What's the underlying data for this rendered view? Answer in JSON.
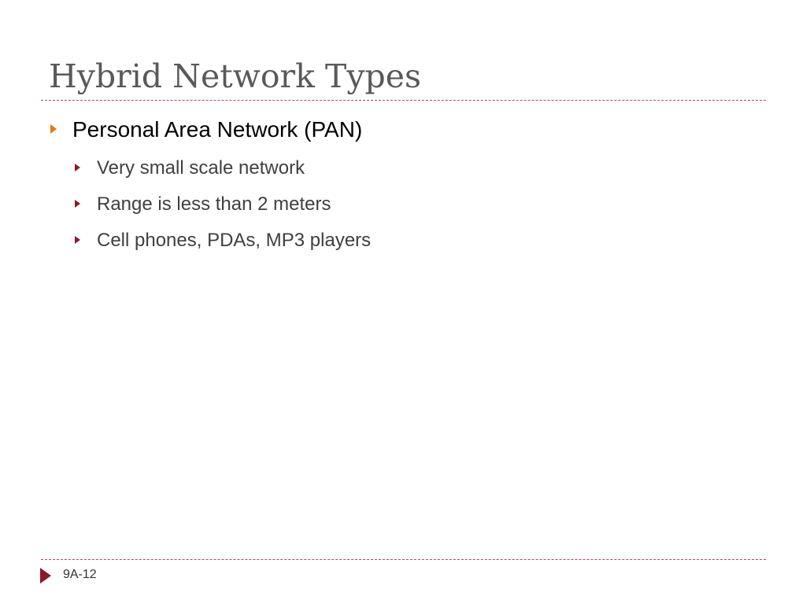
{
  "slide": {
    "title": "Hybrid Network Types",
    "bullet": {
      "text": "Personal Area Network (PAN)",
      "subitems": [
        "Very small scale network",
        "Range is less than 2 meters",
        "Cell phones, PDAs, MP3 players"
      ]
    },
    "page_number": "9A-12"
  },
  "icons": {
    "level1_bullet": "triangle-right-icon",
    "level2_bullet": "triangle-right-icon",
    "footer_marker": "triangle-right-icon"
  },
  "colors": {
    "title": "#595959",
    "rule": "#b24a5c",
    "level1_bullet": "#e07b1a",
    "level2_bullet": "#8b1a2a",
    "footer_marker": "#8b1a2a"
  }
}
